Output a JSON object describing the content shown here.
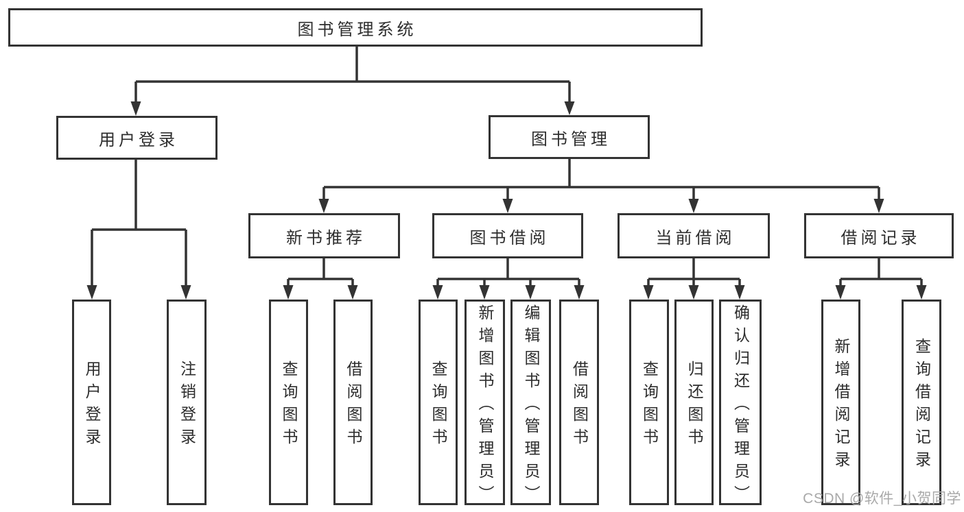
{
  "diagram": {
    "root": {
      "label": "图书管理系统"
    },
    "level2": {
      "user_login": {
        "label": "用户登录"
      },
      "book_mgmt": {
        "label": "图书管理"
      }
    },
    "level3": {
      "new_book": {
        "label": "新书推荐"
      },
      "borrow": {
        "label": "图书借阅"
      },
      "current": {
        "label": "当前借阅"
      },
      "records": {
        "label": "借阅记录"
      }
    },
    "leaves": {
      "user_login_1": {
        "label": "用户登录"
      },
      "user_login_2": {
        "label": "注销登录"
      },
      "new_book_1": {
        "label": "查询图书"
      },
      "new_book_2": {
        "label": "借阅图书"
      },
      "borrow_1": {
        "label": "查询图书"
      },
      "borrow_2": {
        "label": "新增图书（管理员）"
      },
      "borrow_3": {
        "label": "编辑图书（管理员）"
      },
      "borrow_4": {
        "label": "借阅图书"
      },
      "current_1": {
        "label": "查询图书"
      },
      "current_2": {
        "label": "归还图书"
      },
      "current_3": {
        "label": "确认归还（管理员）"
      },
      "records_1": {
        "label": "新增借阅记录"
      },
      "records_2": {
        "label": "查询借阅记录"
      }
    }
  },
  "watermark": "CSDN @软件_小贺同学",
  "colors": {
    "line": "#333333",
    "text": "#2d2d2d",
    "watermark": "#a9a9a9",
    "background": "#ffffff"
  }
}
